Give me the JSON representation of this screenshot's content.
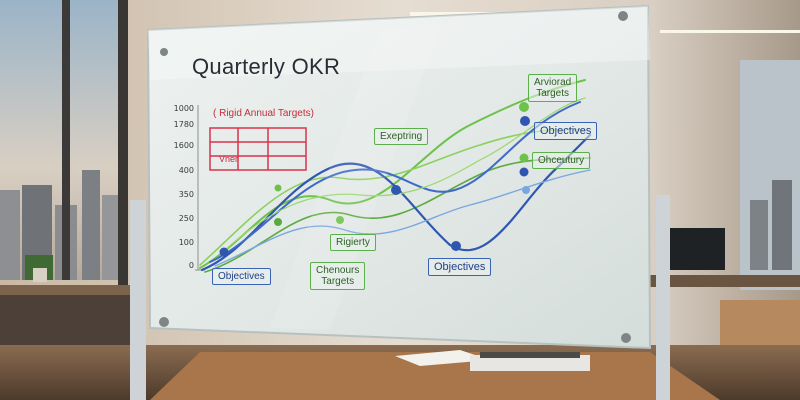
{
  "board": {
    "title": "Quarterly OKR",
    "y_ticks": [
      "1000",
      "1780",
      "1600",
      "400",
      "350",
      "250",
      "100",
      "0"
    ],
    "labels": {
      "rigid_targets": "( Rigid Annual Targets)",
      "inner": "Vner",
      "objectives_left": "Objectives",
      "challenges_targets": "Chenours\nTargets",
      "rigidity": "Rigierty",
      "exceptions": "Exeptring",
      "objectives_mid": "Objectives",
      "annual_targets": "Arviorad\nTargets",
      "objectives_right": "Objectives",
      "outcome": "Ohceutury"
    }
  },
  "colors": {
    "blue_line": "#2f56b0",
    "green_line": "#6cc24a",
    "red_marker": "#d8334a"
  }
}
